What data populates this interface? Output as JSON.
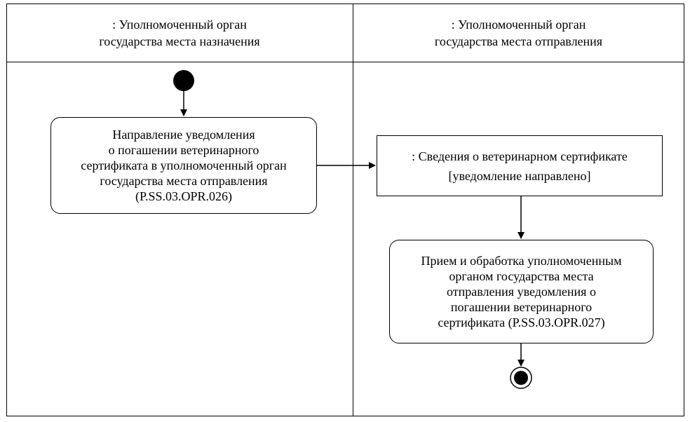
{
  "lanes": [
    {
      "title": ": Уполномоченный орган\nгосударства места назначения"
    },
    {
      "title": ": Уполномоченный орган\nгосударства места отправления"
    }
  ],
  "nodes": {
    "send_action": "Направление уведомления\nо погашении ветеринарного\nсертификата в уполномоченный орган\nгосударства места отправления\n(P.SS.03.OPR.026)",
    "object_node": ": Сведения о ветеринарном сертификате\n[уведомление направлено]",
    "receive_action": "Прием и обработка уполномоченным\nорганом государства места\nотправления уведомления о\nпогашении ветеринарного\nсертификата (P.SS.03.OPR.027)"
  }
}
